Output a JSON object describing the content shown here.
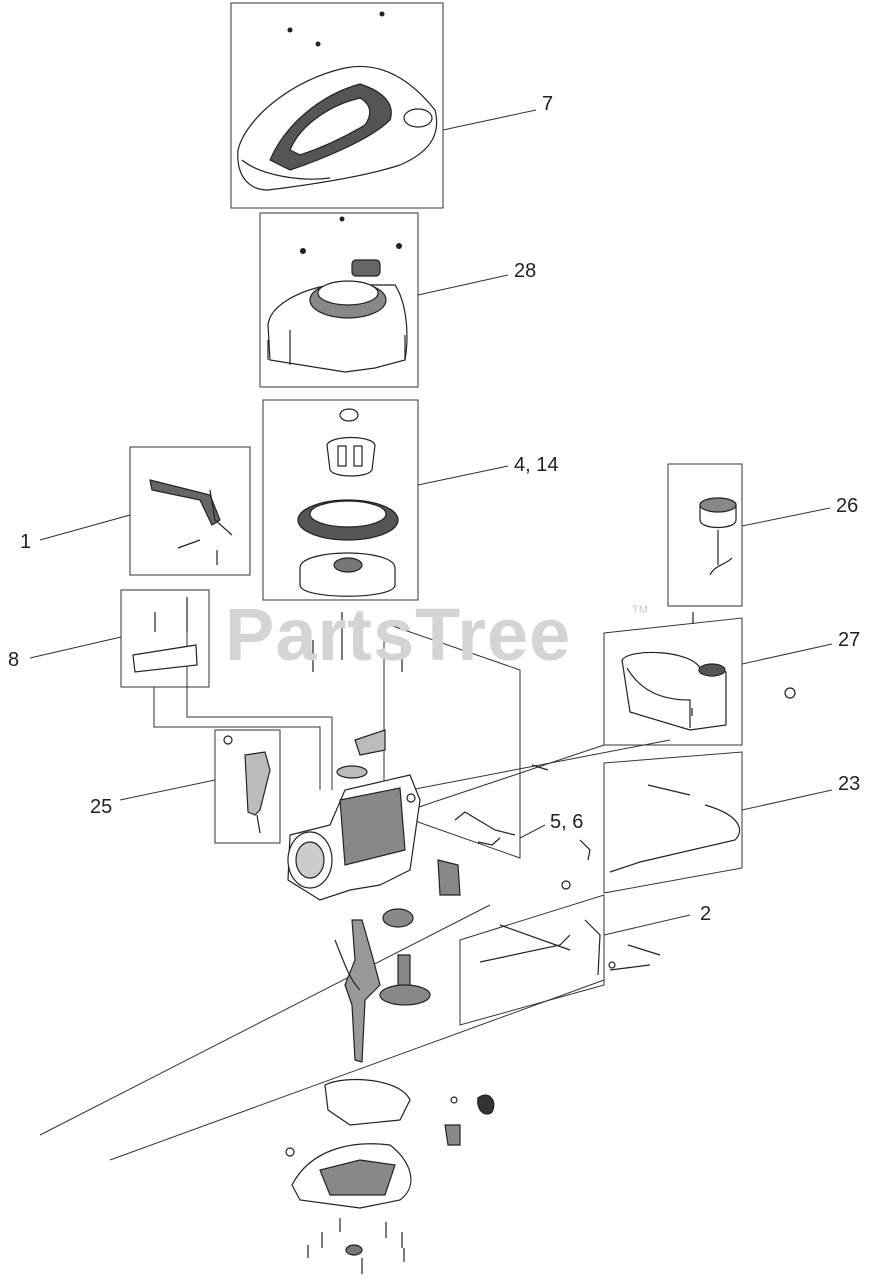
{
  "watermark": {
    "text": "PartsTree",
    "tm": "TM"
  },
  "callouts": {
    "c7": "7",
    "c28": "28",
    "c4_14": "4, 14",
    "c1": "1",
    "c26": "26",
    "c8": "8",
    "c27": "27",
    "c25": "25",
    "c23": "23",
    "c5_6": "5, 6",
    "c2": "2"
  }
}
